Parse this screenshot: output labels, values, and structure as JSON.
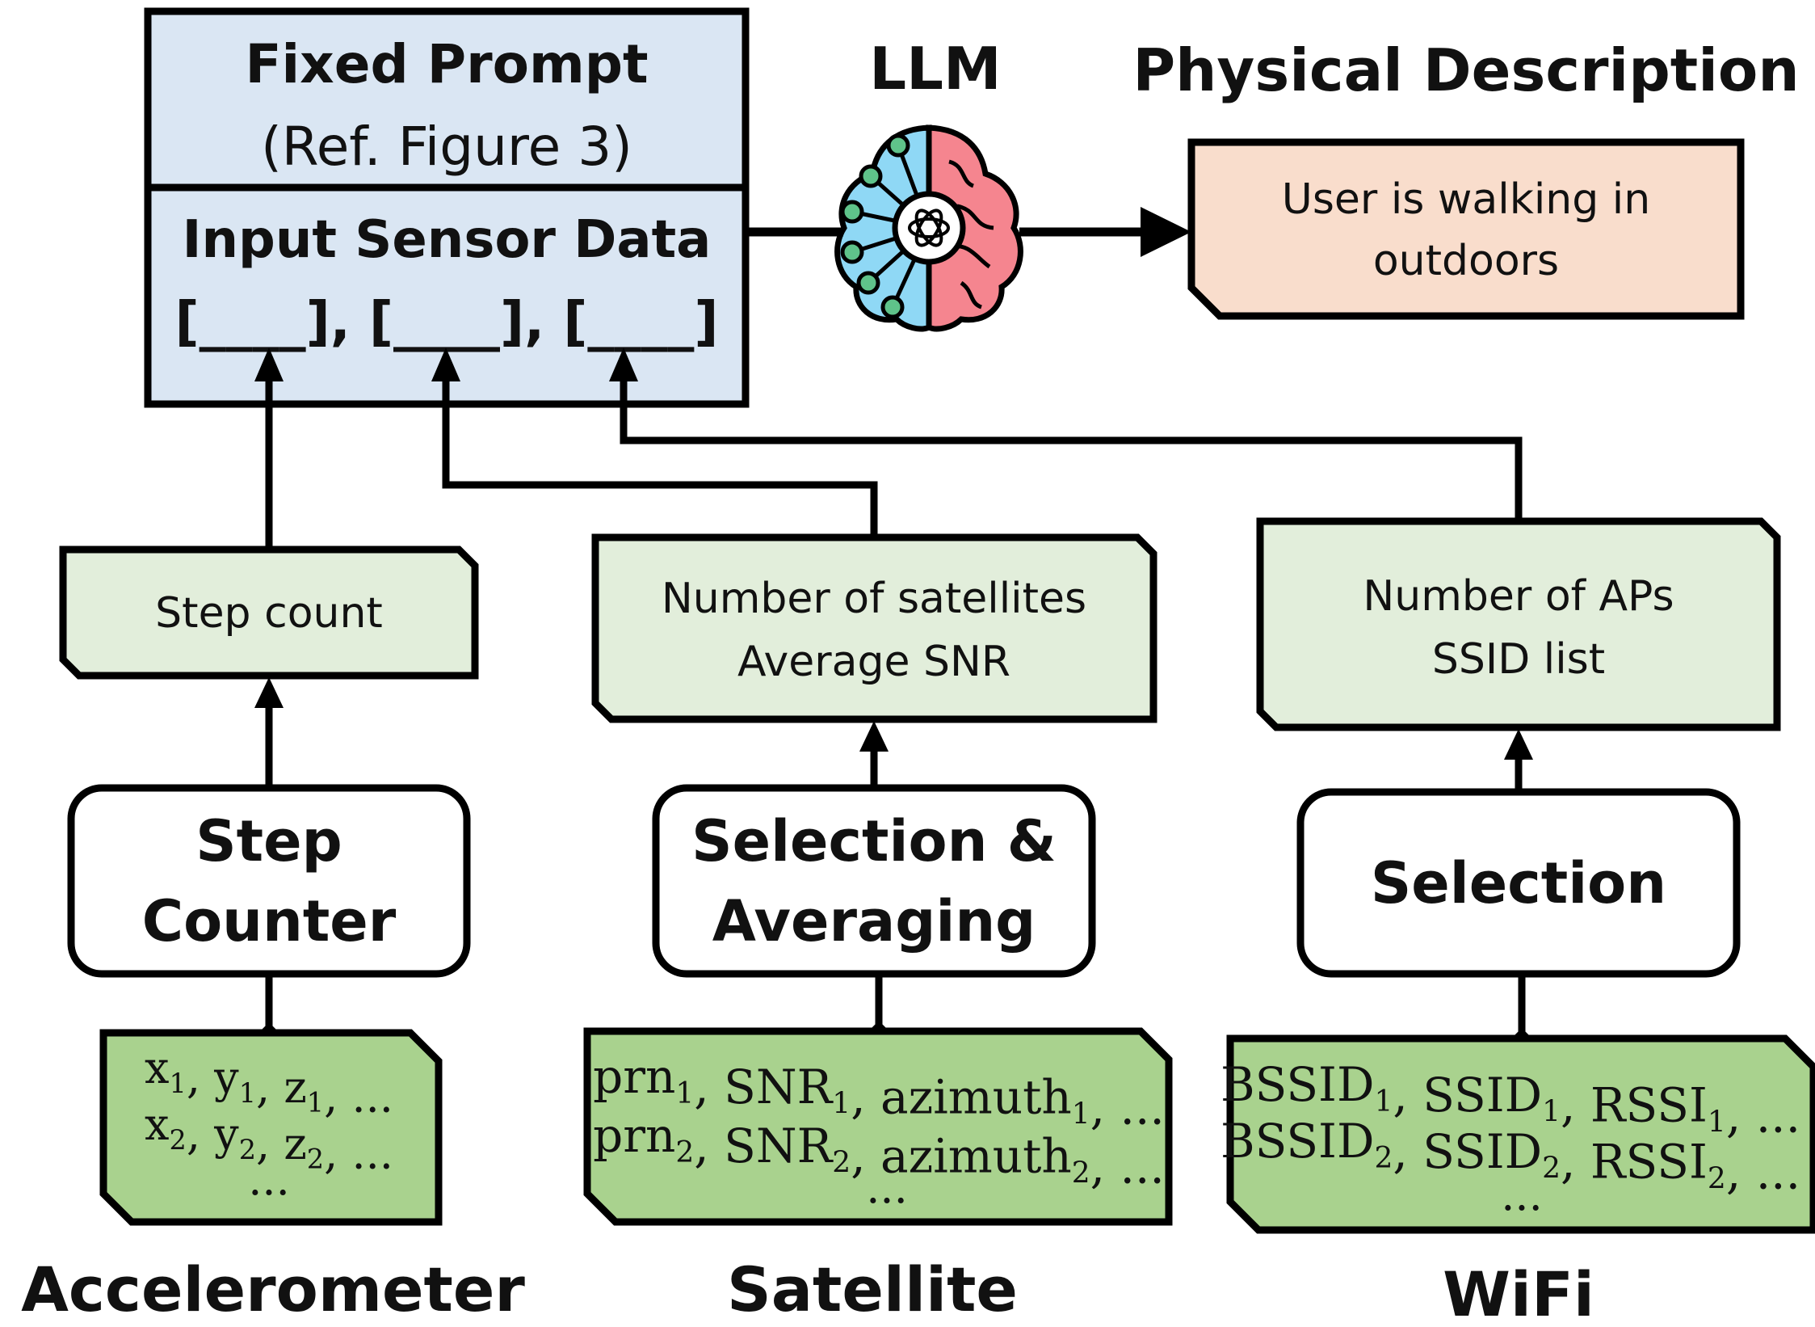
{
  "prompt_box": {
    "fixed_prompt_title": "Fixed Prompt",
    "fixed_prompt_ref": "(Ref. Figure 3)",
    "input_title": "Input Sensor Data",
    "input_slots": "[____], [____], [____]"
  },
  "llm": {
    "label": "LLM",
    "icon": "brain-with-openai-logo"
  },
  "output": {
    "heading": "Physical Description",
    "line1": "User is walking in",
    "line2": "outdoors"
  },
  "features": {
    "accelerometer": {
      "line1": "Step count"
    },
    "satellite": {
      "line1": "Number of satellites",
      "line2": "Average SNR"
    },
    "wifi": {
      "line1": "Number of APs",
      "line2": "SSID list"
    }
  },
  "processors": {
    "accelerometer": {
      "line1": "Step",
      "line2": "Counter"
    },
    "satellite": {
      "line1": "Selection &",
      "line2": "Averaging"
    },
    "wifi": {
      "line1": "Selection"
    }
  },
  "raw_data": {
    "accelerometer": {
      "row1": [
        {
          "t": "x",
          "s": "1"
        },
        {
          "t": ", y",
          "s": "1"
        },
        {
          "t": ", z",
          "s": "1"
        },
        {
          "t": ", ..."
        }
      ],
      "row2": [
        {
          "t": "x",
          "s": "2"
        },
        {
          "t": ", y",
          "s": "2"
        },
        {
          "t": ", z",
          "s": "2"
        },
        {
          "t": ", ..."
        }
      ],
      "row3": "..."
    },
    "satellite": {
      "row1": [
        {
          "t": "prn",
          "s": "1"
        },
        {
          "t": ", SNR",
          "s": "1"
        },
        {
          "t": ", azimuth",
          "s": "1"
        },
        {
          "t": ", ..."
        }
      ],
      "row2": [
        {
          "t": "prn",
          "s": "2"
        },
        {
          "t": ", SNR",
          "s": "2"
        },
        {
          "t": ", azimuth",
          "s": "2"
        },
        {
          "t": ", ..."
        }
      ],
      "row3": "..."
    },
    "wifi": {
      "row1": [
        {
          "t": "BSSID",
          "s": "1"
        },
        {
          "t": ", SSID",
          "s": "1"
        },
        {
          "t": ", RSSI",
          "s": "1"
        },
        {
          "t": ", ..."
        }
      ],
      "row2": [
        {
          "t": "BSSID",
          "s": "2"
        },
        {
          "t": ", SSID",
          "s": "2"
        },
        {
          "t": ", RSSI",
          "s": "2"
        },
        {
          "t": ", ..."
        }
      ],
      "row3": "..."
    }
  },
  "sensors": {
    "accelerometer": "Accelerometer",
    "satellite": "Satellite",
    "wifi": "WiFi"
  },
  "colors": {
    "prompt_fill": "#dae6f3",
    "feature_fill": "#e2eedb",
    "raw_fill": "#a9d28e",
    "output_fill": "#f9ddcc",
    "stroke": "#000000",
    "brain_left": "#8fd8f5",
    "brain_right": "#f5858f",
    "node_fill": "#5fc38a"
  }
}
